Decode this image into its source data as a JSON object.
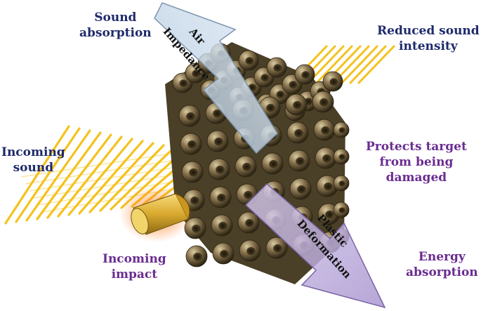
{
  "labels": {
    "sound_absorption": "Sound\nabsorption",
    "reduced_sound_intensity": "Reduced sound\nintensity",
    "incoming_sound": "Incoming\nsound",
    "protects_target": "Protects target\nfrom being\ndamaged",
    "incoming_impact": "Incoming\nimpact",
    "energy_absorption": "Energy\nabsorption"
  },
  "arrows": {
    "air_impedance": [
      "Air",
      "Impedance"
    ],
    "plastic_deformation": [
      "Plastic",
      "Deformation"
    ]
  },
  "colors": {
    "navy_text": "#1f2a6b",
    "purple_text": "#6a2c91",
    "sound_wave": "#f4c21c",
    "lattice_bronze": "#6b5a3a",
    "air_arrow": "#c9d9ea",
    "deformation_arrow": "#c6b7e0"
  }
}
